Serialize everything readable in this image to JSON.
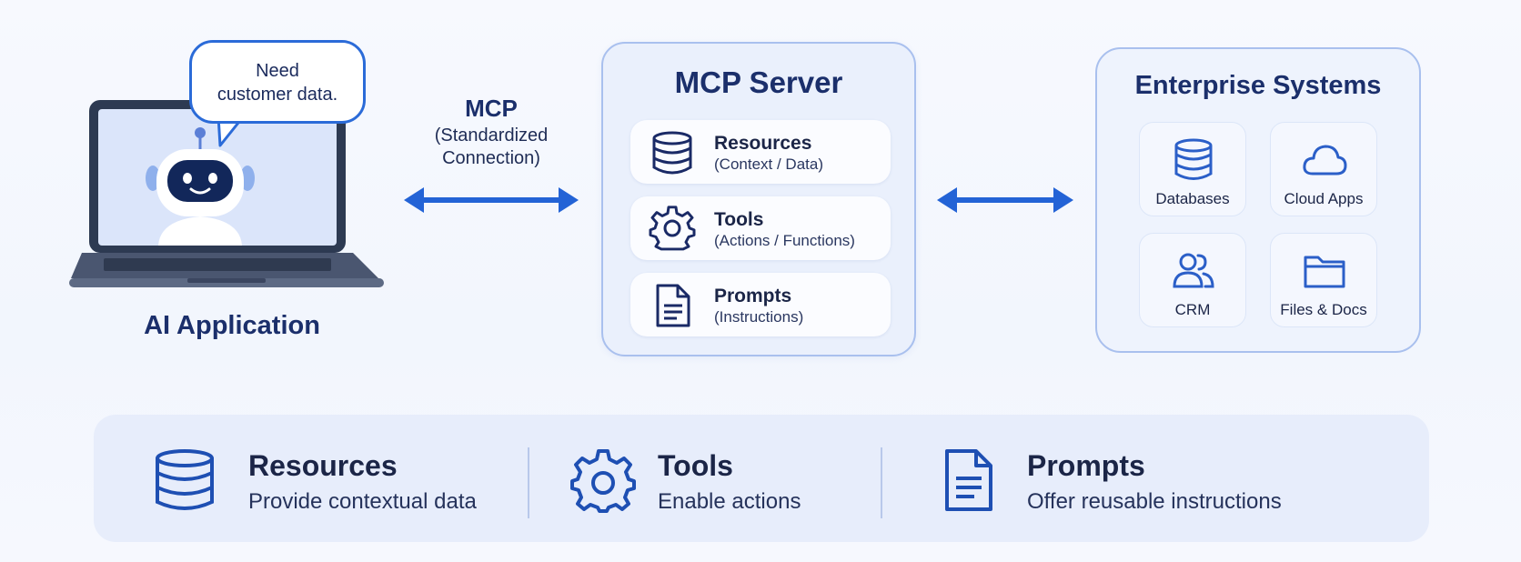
{
  "speech_bubble": {
    "line1": "Need",
    "line2": "customer data."
  },
  "ai_application": {
    "label": "AI Application",
    "icon": "laptop-robot-icon"
  },
  "connection": {
    "title": "MCP",
    "subtitle_line1": "(Standardized",
    "subtitle_line2": "Connection)"
  },
  "mcp_server": {
    "title": "MCP Server",
    "items": [
      {
        "icon": "database-icon",
        "title": "Resources",
        "subtitle": "(Context / Data)"
      },
      {
        "icon": "gear-icon",
        "title": "Tools",
        "subtitle": "(Actions / Functions)"
      },
      {
        "icon": "document-icon",
        "title": "Prompts",
        "subtitle": "(Instructions)"
      }
    ]
  },
  "enterprise": {
    "title": "Enterprise Systems",
    "tiles": [
      {
        "icon": "database-icon",
        "label": "Databases"
      },
      {
        "icon": "cloud-icon",
        "label": "Cloud Apps"
      },
      {
        "icon": "users-icon",
        "label": "CRM"
      },
      {
        "icon": "folder-icon",
        "label": "Files & Docs"
      }
    ]
  },
  "legend": [
    {
      "icon": "database-icon",
      "title": "Resources",
      "desc": "Provide contextual data"
    },
    {
      "icon": "gear-icon",
      "title": "Tools",
      "desc": "Enable actions"
    },
    {
      "icon": "document-icon",
      "title": "Prompts",
      "desc": "Offer reusable instructions"
    }
  ],
  "colors": {
    "accent": "#2b6bd8",
    "navy": "#1b2f6b",
    "panel": "#eaf0fc",
    "panel_border": "#a9c0ee"
  }
}
